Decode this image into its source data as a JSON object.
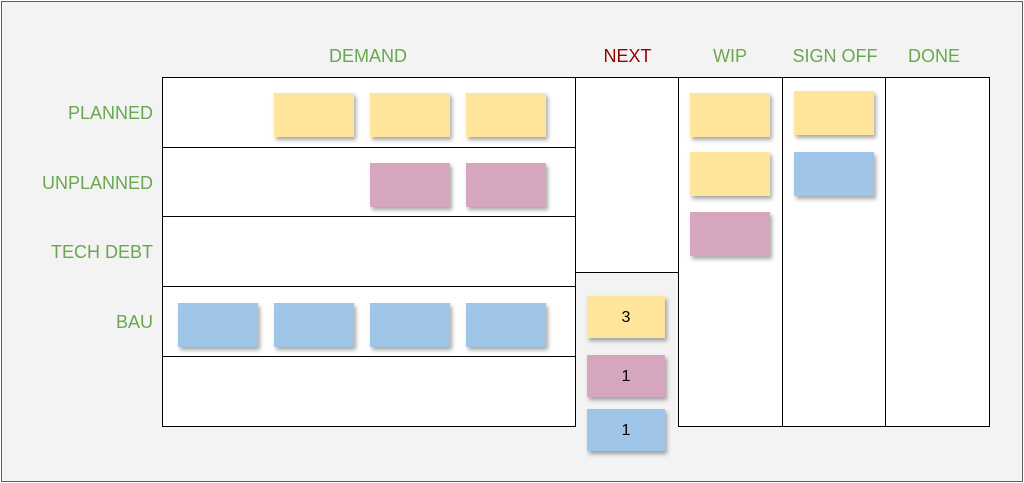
{
  "columns": {
    "demand": "DEMAND",
    "next": "NEXT",
    "wip": "WIP",
    "sign_off": "SIGN OFF",
    "done": "DONE"
  },
  "rows": [
    "PLANNED",
    "UNPLANNED",
    "TECH DEBT",
    "BAU"
  ],
  "next_counts": {
    "yellow": "3",
    "pink": "1",
    "blue": "1"
  },
  "colors": {
    "label_green": "#6aa84f",
    "next_red": "#990000",
    "note_yellow": "#ffe599",
    "note_pink": "#d5a6bd",
    "note_blue": "#9fc5e8"
  }
}
